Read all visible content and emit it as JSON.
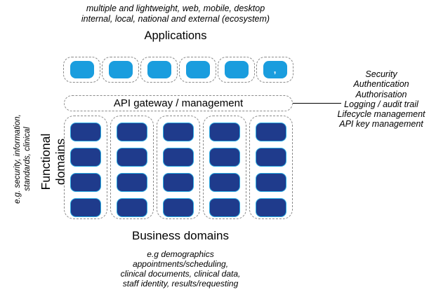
{
  "diagram": {
    "top_note": {
      "line1": "multiple and lightweight, web, mobile, desktop",
      "line2": "internal, local, national and external (ecosystem)"
    },
    "applications": {
      "title": "Applications",
      "box_count": 6,
      "last_box_label": ","
    },
    "api_gateway": {
      "label": "API gateway / management",
      "features": [
        "Security",
        "Authentication",
        "Authorisation",
        "Logging / audit trail",
        "Lifecycle management",
        "API key management"
      ]
    },
    "functional_domains": {
      "label": "Functional domains",
      "examples_line1": "e.g. security, information,",
      "examples_line2": "standards, clinical"
    },
    "business_domains": {
      "title": "Business domains",
      "column_count": 5,
      "boxes_per_column": 4,
      "examples": [
        "e.g demographics",
        "appointments/scheduling,",
        "clinical documents, clinical data,",
        "staff identity, results/requesting"
      ]
    },
    "colors": {
      "application_blue": "#1a9dde",
      "domain_navy": "#1f3b8c",
      "domain_border_cyan": "#29abe2",
      "dashed_outline_gray": "#8a8a8a"
    }
  }
}
